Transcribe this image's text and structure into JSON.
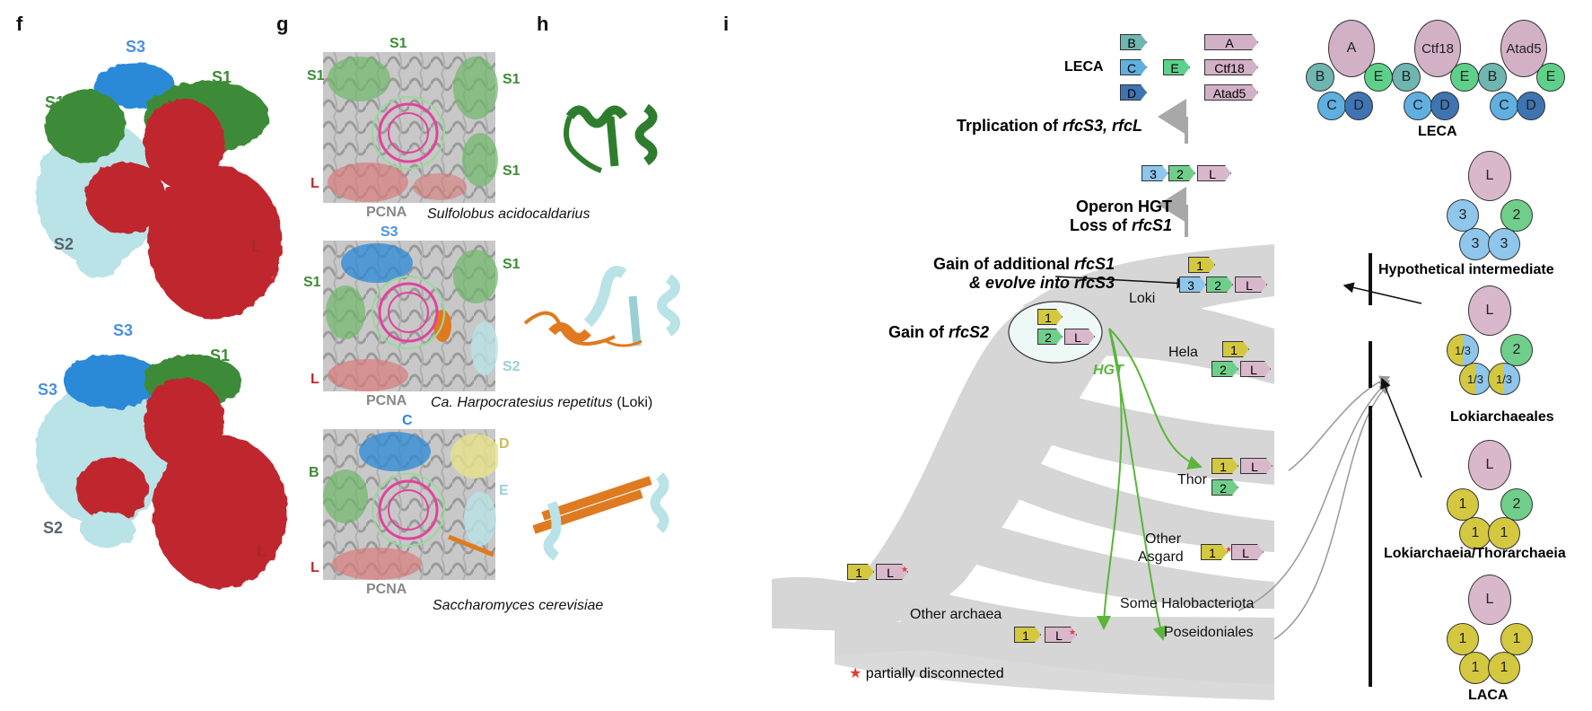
{
  "panels": {
    "f": "f",
    "g": "g",
    "h": "h",
    "i": "i"
  },
  "colors": {
    "S1": "#3d8b37",
    "S2": "#b9e3e6",
    "S2_label": "#5a6570",
    "S3": "#2b8ad8",
    "S3_label": "#4a90e2",
    "L": "#c0262d",
    "L_label": "#a52a2a",
    "PCNA": "#888888",
    "rfc1": "#d4c840",
    "rfc2": "#6fcf8a",
    "rfc3": "#8ec6ec",
    "rfcL": "#d9b8cc",
    "A": "#d2b1c7",
    "B": "#6fb5b0",
    "C": "#5fb0e0",
    "D": "#3f74b3",
    "E": "#5dd18a",
    "tree": "#d6d6d6",
    "hgt": "#5bb53b",
    "star": "#e53935"
  },
  "f": {
    "top": {
      "S3": "S3",
      "S1a": "S1",
      "S1b": "S1",
      "S2": "S2",
      "L": "L"
    },
    "bottom": {
      "S3a": "S3",
      "S3b": "S3",
      "S1": "S1",
      "S2": "S2",
      "L": "L"
    }
  },
  "g": {
    "row1": {
      "labels": {
        "S1a": "S1",
        "S1b": "S1",
        "S1c": "S1",
        "S1d": "S1",
        "L": "L",
        "PCNA": "PCNA"
      },
      "caption": "Sulfolobus acidocaldarius"
    },
    "row2": {
      "labels": {
        "S3": "S3",
        "S1a": "S1",
        "S1b": "S1",
        "S2": "S2",
        "L": "L",
        "PCNA": "PCNA"
      },
      "caption_italic": "Ca. Harpocratesius repetitus",
      "caption_rest": " (Loki)"
    },
    "row3": {
      "labels": {
        "C": "C",
        "D": "D",
        "B": "B",
        "E": "E",
        "L": "L",
        "PCNA": "PCNA"
      },
      "caption": "Saccharomyces cerevisiae"
    }
  },
  "i": {
    "leca_label": "LECA",
    "leca_genes": {
      "B": "B",
      "C": "C",
      "D": "D",
      "E": "E",
      "A": "A",
      "Ctf18": "Ctf18",
      "Atad5": "Atad5"
    },
    "triplication_pre": "Trplication of ",
    "triplication_it": "rfcS3, rfcL",
    "operon_genes": {
      "g3": "3",
      "g2": "2",
      "gL": "L"
    },
    "operon_line1": "Operon HGT",
    "operon_line2_pre": "Loss of ",
    "operon_line2_it": "rfcS1",
    "gain_add_line1_pre": "Gain of additional ",
    "gain_add_line1_it": "rfcS1",
    "gain_add_line2_it": "& evolve into rfcS3",
    "gain_s2_pre": "Gain of ",
    "gain_s2_it": "rfcS2",
    "hgt": "HGT",
    "taxa": {
      "loki": "Loki",
      "hela": "Hela",
      "thor": "Thor",
      "other_asgard_1": "Other",
      "other_asgard_2": "Asgard",
      "halo": "Some Halobacteriota",
      "poseid": "Poseidoniales",
      "other_archaea": "Other archaea"
    },
    "gene_labels": {
      "one": "1",
      "two": "2",
      "three": "3",
      "L": "L"
    },
    "legend_star": "★",
    "legend_text": "partially disconnected"
  },
  "complexes": {
    "leca_names": {
      "A": "A",
      "Ctf18": "Ctf18",
      "Atad5": "Atad5",
      "B": "B",
      "C": "C",
      "D": "D",
      "E": "E"
    },
    "leca_label": "LECA",
    "hyp": {
      "L": "L",
      "s1": "3",
      "s2": "2",
      "s3": "3",
      "s4": "3",
      "label": "Hypothetical intermediate"
    },
    "loki": {
      "L": "L",
      "s1": "1/3",
      "s2": "2",
      "s3": "1/3",
      "s4": "1/3",
      "label": "Lokiarchaeales"
    },
    "lt": {
      "L": "L",
      "s1": "1",
      "s2": "2",
      "s3": "1",
      "s4": "1",
      "label": "Lokiarchaeia/Thorarchaeia"
    },
    "laca": {
      "L": "L",
      "s1": "1",
      "s2": "1",
      "s3": "1",
      "s4": "1",
      "label": "LACA"
    }
  }
}
